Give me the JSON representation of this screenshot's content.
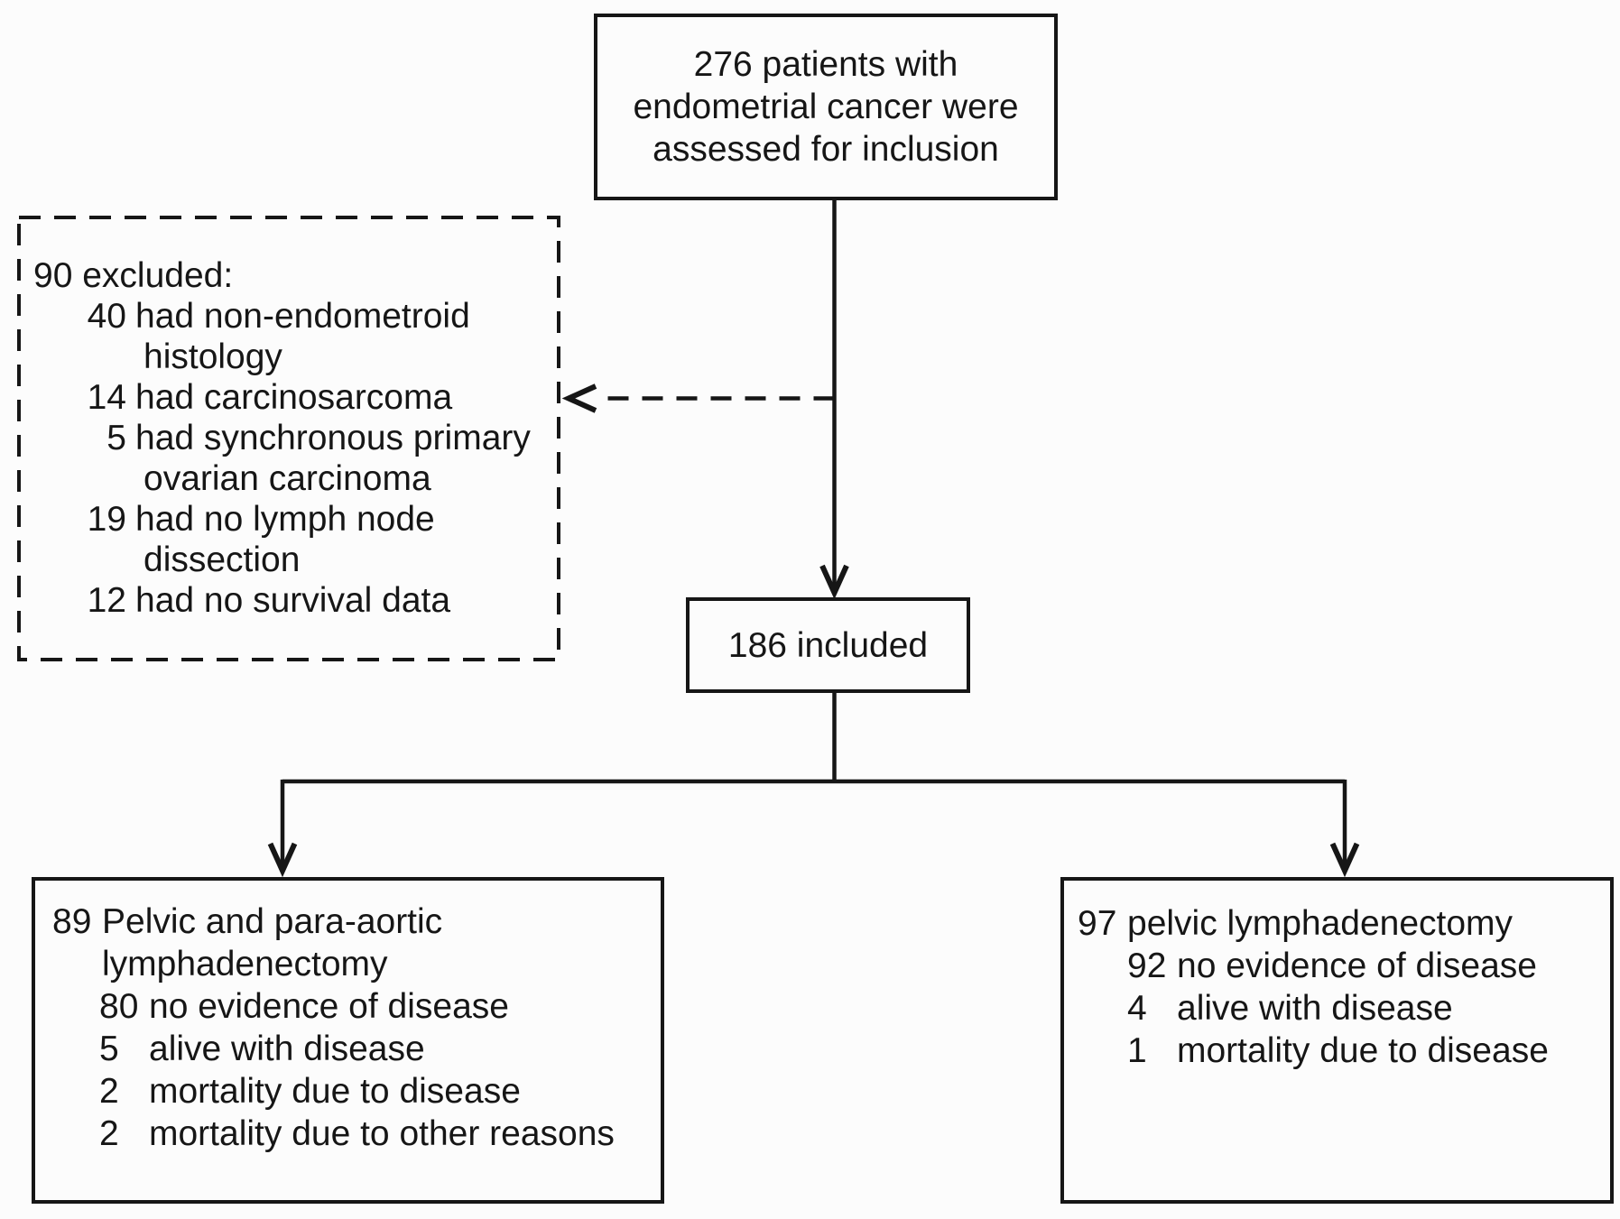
{
  "colors": {
    "line": "#161616",
    "text": "#161616",
    "bg": "#fcfcfc"
  },
  "flowchart": {
    "top_box": {
      "text": "276 patients with\nendometrial cancer were\nassessed for inclusion"
    },
    "excluded_box": {
      "title": "90 excluded:",
      "items": [
        {
          "count": "40",
          "text": "had non-endometroid\nhistology"
        },
        {
          "count": "14",
          "text": "had carcinosarcoma"
        },
        {
          "count": "5",
          "text": "had synchronous primary\novarian carcinoma"
        },
        {
          "count": "19",
          "text": "had no lymph node\ndissection"
        },
        {
          "count": "12",
          "text": "had no survival data"
        }
      ]
    },
    "included_box": {
      "text": "186 included"
    },
    "left_outcome_box": {
      "lead": {
        "count": "89",
        "text": "Pelvic and para-aortic\nlymphadenectomy"
      },
      "items": [
        {
          "count": "80",
          "text": "no evidence of disease"
        },
        {
          "count": "5",
          "text": "alive with disease"
        },
        {
          "count": "2",
          "text": "mortality due to disease"
        },
        {
          "count": "2",
          "text": "mortality due to other reasons"
        }
      ]
    },
    "right_outcome_box": {
      "lead": {
        "count": "97",
        "text": "pelvic lymphadenectomy"
      },
      "items": [
        {
          "count": "92",
          "text": "no evidence of disease"
        },
        {
          "count": "4",
          "text": "alive with disease"
        },
        {
          "count": "1",
          "text": "mortality due to disease"
        }
      ]
    }
  }
}
